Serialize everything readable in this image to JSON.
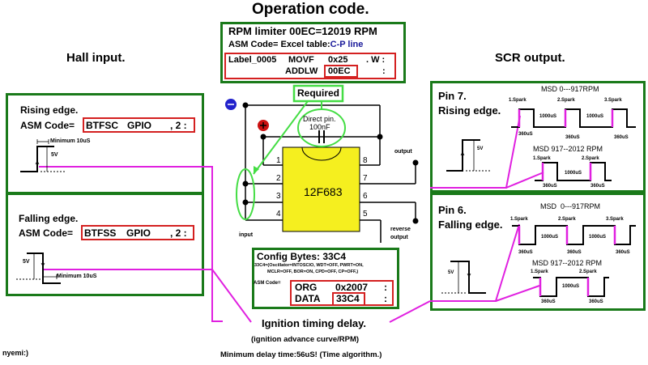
{
  "headings": {
    "operation_code": "Operation code.",
    "hall_input": "Hall input.",
    "scr_output": "SCR output."
  },
  "operation_box": {
    "rpm_limiter": "RPM limiter 00EC=12019 RPM",
    "asm_prefix": "ASM Code= Excel table:",
    "asm_link": "C-P line",
    "code_line1_label": "Label_0005",
    "code_line1_op": "MOVF",
    "code_line1_arg": "0x25",
    "code_line1_suffix": ". W :",
    "code_line2_op": "ADDLW",
    "code_line2_arg": "00EC",
    "code_line2_suffix": ":"
  },
  "hall_rising": {
    "title": "Rising edge.",
    "asm_label": "ASM Code=",
    "asm_op": "BTFSC",
    "asm_reg": "GPIO",
    "asm_bit": ", 2 :",
    "min_label": "Minimum 10uS",
    "voltage": "5V"
  },
  "hall_falling": {
    "title": "Falling edge.",
    "asm_label": "ASM Code=",
    "asm_op": "BTFSS",
    "asm_reg": "GPIO",
    "asm_bit": ", 2 :",
    "min_label": "Minimum 10uS",
    "voltage": "5V"
  },
  "circuit": {
    "required_label": "Required",
    "cap_label_line1": "Direct pin.",
    "cap_label_line2": "100nF",
    "chip_name": "12F683",
    "pins_left": [
      "1",
      "2",
      "3",
      "4"
    ],
    "pins_right": [
      "8",
      "7",
      "6",
      "5"
    ],
    "output_label": "output",
    "reverse_output_line1": "reverse",
    "reverse_output_line2": "output",
    "input_label": "input",
    "minus_symbol": "−",
    "plus_symbol": "+"
  },
  "config_box": {
    "title": "Config Bytes: 33C4",
    "desc_line1": "33C4=(Oscillator=INTOSCIO, WDT=OFF, PWRT=ON,",
    "desc_line2": "MCLR=OFF, BOR=ON, CPD=OFF, CP=OFF,)",
    "asm_label": "ASM Code=",
    "org_op": "ORG",
    "org_arg": "0x2007",
    "org_suffix": ":",
    "data_op": "DATA",
    "data_arg": "33C4",
    "data_suffix": ":"
  },
  "scr_pin7": {
    "pin": "Pin 7.",
    "edge": "Rising edge.",
    "msd_low": "MSD 0---917RPM",
    "msd_high": "MSD 917--2012 RPM",
    "sparks_low": [
      "1.Spark",
      "2.Spark",
      "3.Spark"
    ],
    "sparks_high": [
      "1.Spark",
      "2.Spark"
    ],
    "gap": "1000uS",
    "pulse": "360uS",
    "voltage": "5V"
  },
  "scr_pin6": {
    "pin": "Pin 6.",
    "edge": "Falling edge.",
    "msd_low": "MSD  0---917RPM",
    "msd_high": "MSD 917--2012 RPM",
    "sparks_low": [
      "1.Spark",
      "2.Spark",
      "3.Spark"
    ],
    "sparks_high": [
      "1.Spark",
      "2.Spark"
    ],
    "gap": "1000uS",
    "pulse": "360uS",
    "voltage": "5V"
  },
  "footer": {
    "title": "Ignition timing delay.",
    "subtitle": "(ignition advance curve/RPM)",
    "note": "Minimum delay time:56uS! (Time algorithm.)",
    "author": "nyemi:)"
  },
  "colors": {
    "green_border": "#1a7a1a",
    "red_border": "#d42020",
    "magenta": "#e020e0",
    "bright_green": "#44dd44",
    "chip_yellow": "#f5ef1f",
    "link_blue": "#1a1a9a"
  }
}
